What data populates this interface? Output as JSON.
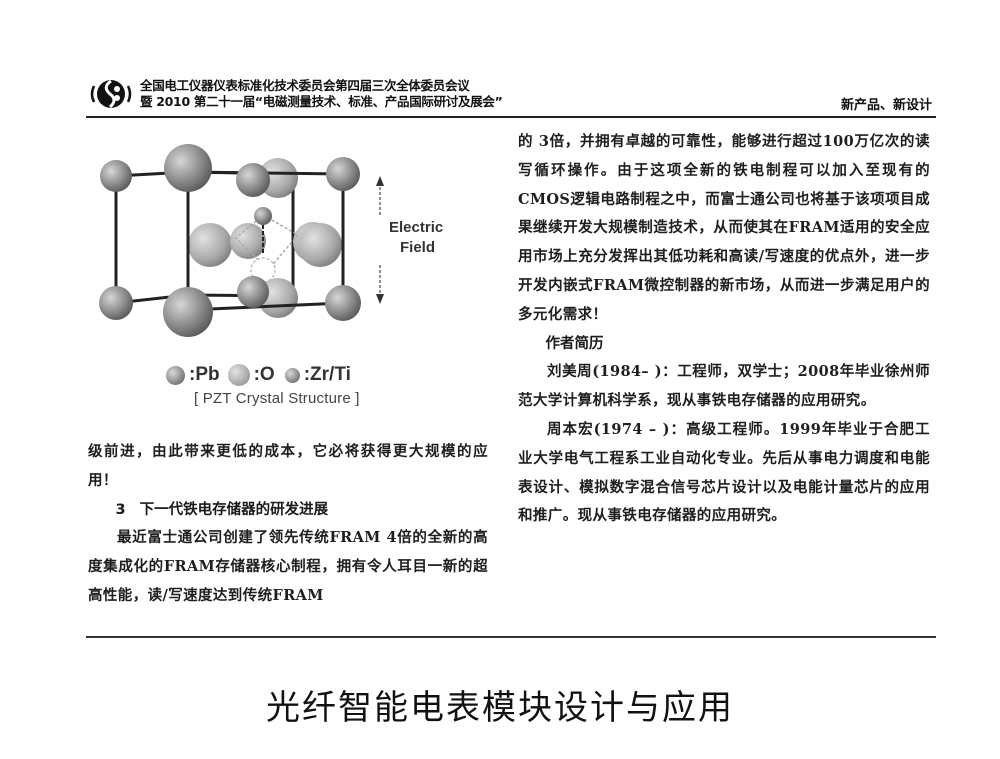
{
  "header": {
    "logo_icon": "conference-logo-icon",
    "line1": "全国电工仪器仪表标准化技术委员会第四届三次全体委员会议",
    "line2": "暨 2010 第二十一届“电磁测量技术、标准、产品国际研讨及展会”",
    "section": "新产品、新设计"
  },
  "figure": {
    "label_top": "Electric",
    "label_bottom": "Field",
    "legend": [
      {
        "symbol": "large-sphere",
        "label": ":Pb"
      },
      {
        "symbol": "medium-sphere",
        "label": ":O"
      },
      {
        "symbol": "small-sphere",
        "label": ":Zr/Ti"
      }
    ],
    "caption": "[ PZT Crystal Structure ]"
  },
  "left_column": {
    "para1": "级前进，由此带来更低的成本，它必将获得更大规模的应用！",
    "section_number": "3",
    "section_title": "下一代铁电存储器的研发进展",
    "para2": "最近富士通公司创建了领先传统FRAM 4倍的全新的高度集成化的FRAM存储器核心制程，拥有令人耳目一新的超高性能，读/写速度达到传统FRAM"
  },
  "right_column": {
    "para1": "的 3倍，并拥有卓越的可靠性，能够进行超过100万亿次的读写循环操作。由于这项全新的铁电制程可以加入至现有的CMOS逻辑电路制程之中，而富士通公司也将基于该项项目成果继续开发大规模制造技术，从而使其在FRAM适用的安全应用市场上充分发挥出其低功耗和高读/写速度的优点外，进一步开发内嵌式FRAM微控制器的新市场，从而进一步满足用户的多元化需求！",
    "bio_heading": "作者简历",
    "bio1": "刘美周(1984– )：工程师，双学士；2008年毕业徐州师范大学计算机科学系，现从事铁电存储器的应用研究。",
    "bio2": "周本宏(1974 – )：高级工程师。1999年毕业于合肥工业大学电气工程系工业自动化专业。先后从事电力调度和电能表设计、模拟数字混合信号芯片设计以及电能计量芯片的应用和推广。现从事铁电存储器的应用研究。"
  },
  "next_article": {
    "title": "光纤智能电表模块设计与应用"
  }
}
